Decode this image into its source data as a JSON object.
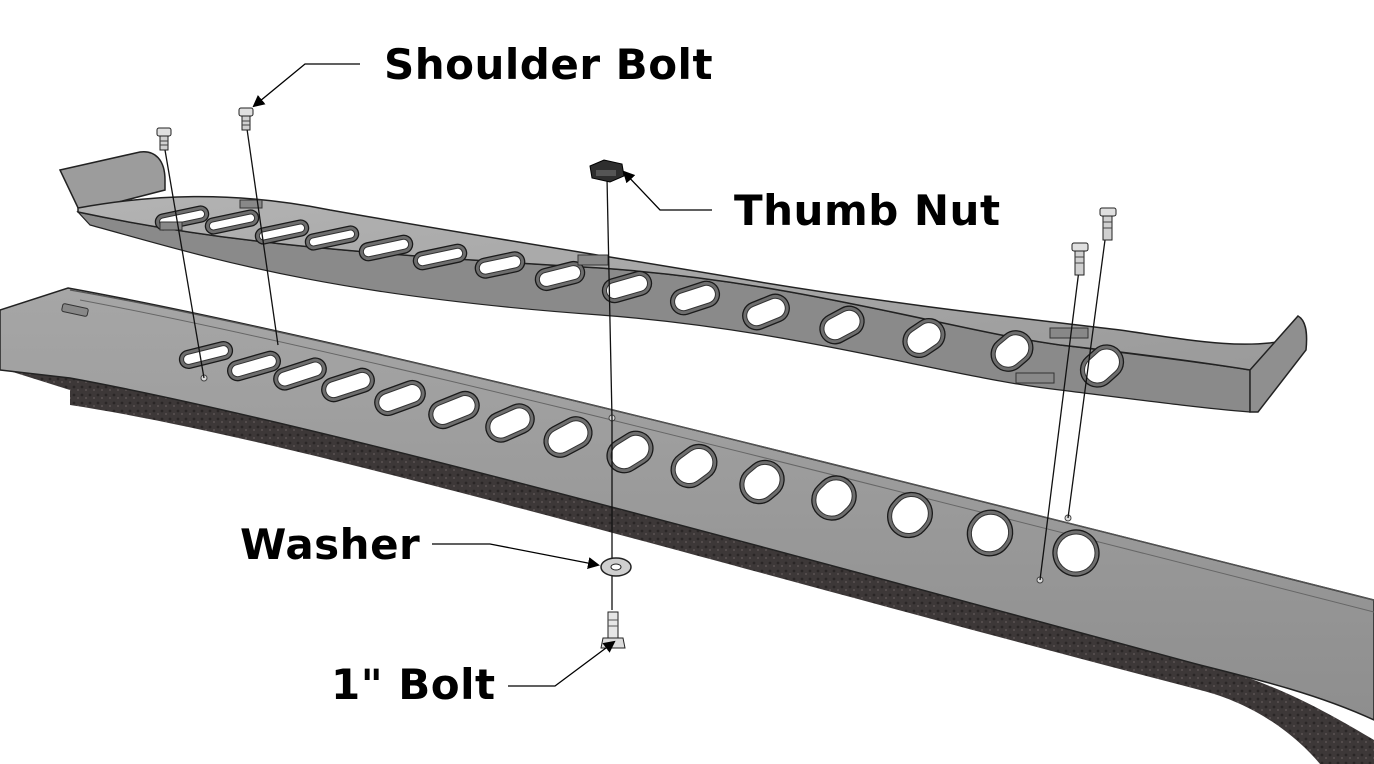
{
  "labels": {
    "shoulder_bolt": "Shoulder Bolt",
    "thumb_nut": "Thumb Nut",
    "washer": "Washer",
    "one_inch_bolt": "1\" Bolt"
  },
  "colors": {
    "plate_top": "#a9a9a9",
    "plate_side": "#7a7a7a",
    "base_top": "#9e9e9e",
    "base_edge": "#3a3a3a",
    "hardware": "#d6d6d6"
  }
}
